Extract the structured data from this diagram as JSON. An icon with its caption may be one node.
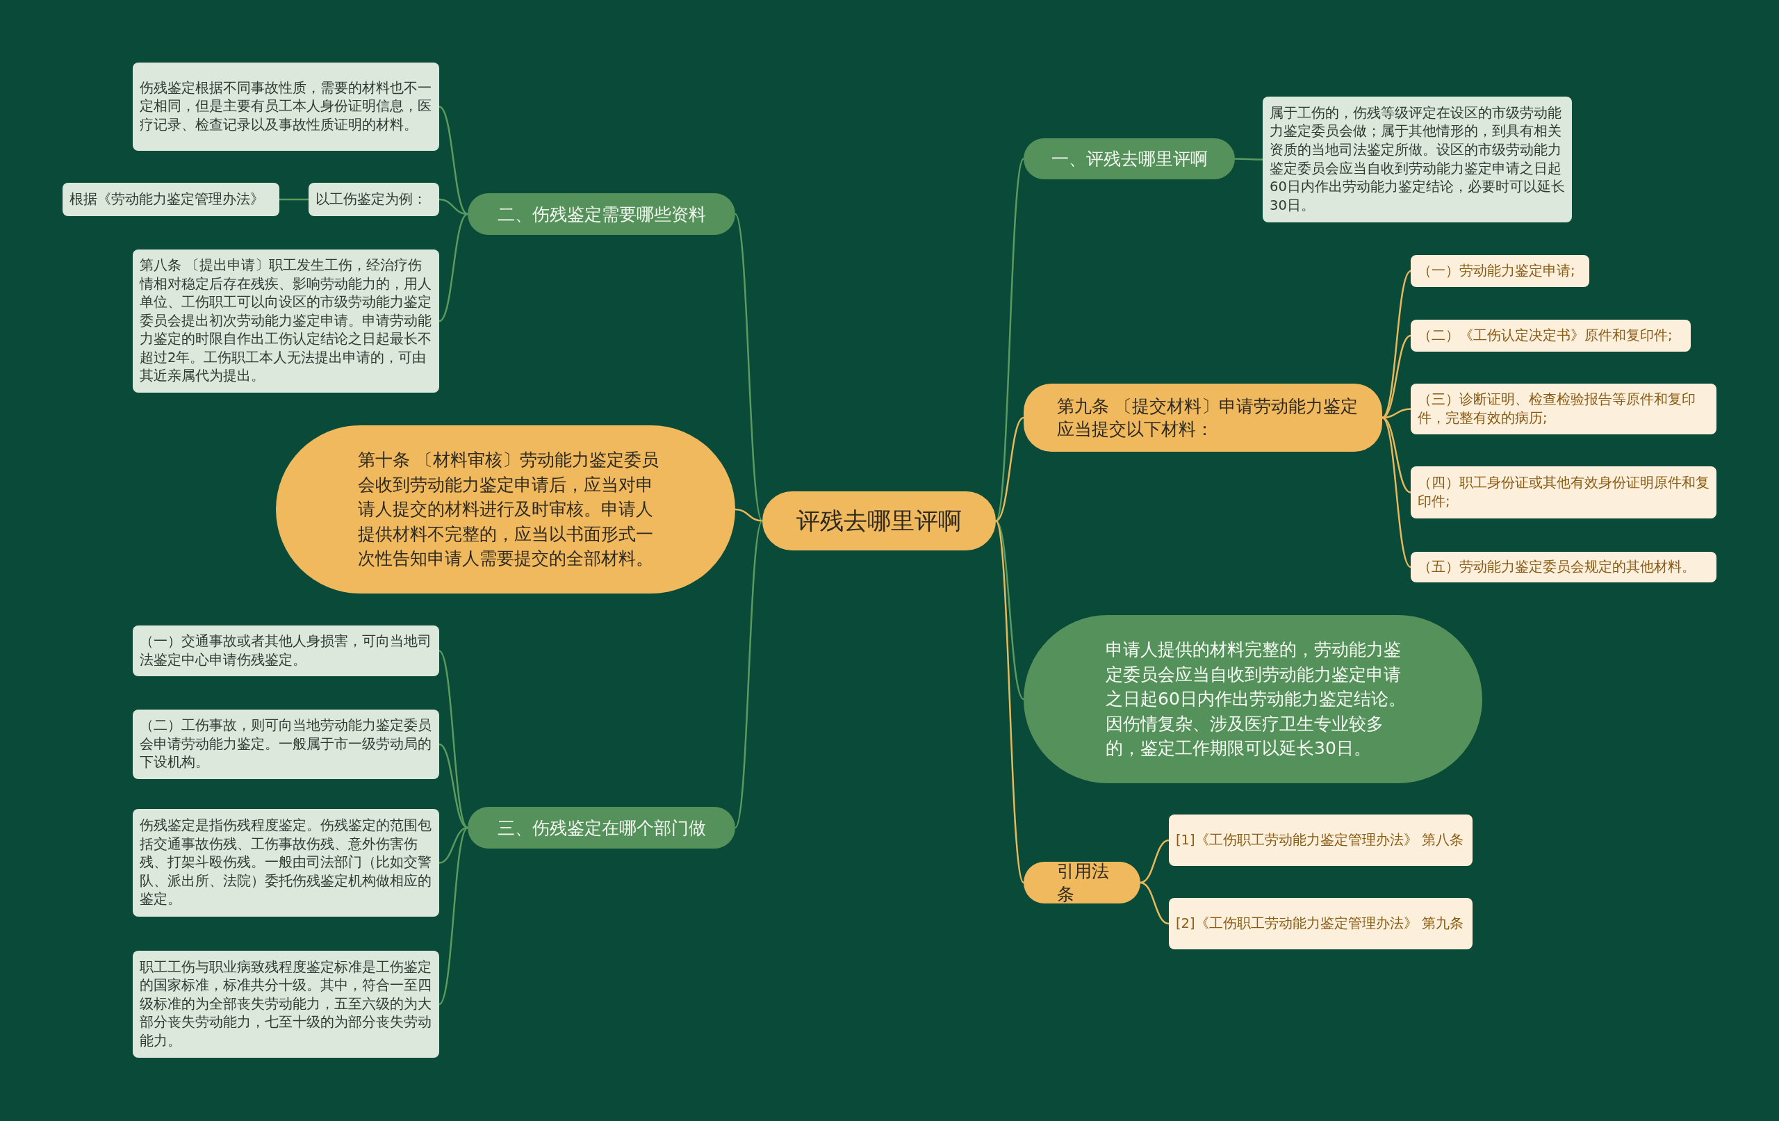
{
  "diagram": {
    "nodes": [
      {
        "text": [
          "评残去哪里评啊"
        ]
      },
      {
        "text": [
          "一、评残去哪里评啊"
        ]
      },
      {
        "text": [
          "属于工伤的，伤残等级评定在设区的市级劳动能力鉴定委员会做；属于其他情形的，到具有相关资质的当地司法鉴定所做。设区的市级劳动能力鉴定委员会应当自收到劳动能力鉴定申请之日起60日内作出劳动能力鉴定结论，必要时可以延长30日。"
        ]
      },
      {
        "text": [
          "二、伤残鉴定需要哪些资料"
        ]
      },
      {
        "text": [
          "伤残鉴定根据不同事故性质，需要的材料也不一定相同，但是主要有员工本人身份证明信息，医疗记录、检查记录以及事故性质证明的材料。"
        ]
      },
      {
        "text": [
          "以工伤鉴定为例："
        ]
      },
      {
        "text": [
          "根据《劳动能力鉴定管理办法》"
        ]
      },
      {
        "text": [
          "第八条 〔提出申请〕职工发生工伤，经治疗伤情相对稳定后存在残疾、影响劳动能力的，用人单位、工伤职工可以向设区的市级劳动能力鉴定委员会提出初次劳动能力鉴定申请。申请劳动能力鉴定的时限自作出工伤认定结论之日起最长不超过2年。工伤职工本人无法提出申请的，可由其近亲属代为提出。"
        ]
      },
      {
        "text": [
          "第十条 〔材料审核〕劳动能力鉴定委员会收到劳动能力鉴定申请后，应当对申请人提交的材料进行及时审核。申请人提供材料不完整的，应当以书面形式一次性告知申请人需要提交的全部材料。"
        ]
      },
      {
        "text": [
          "第九条 〔提交材料〕申请劳动能力鉴定应当提交以下材料："
        ]
      },
      {
        "text": [
          "（一）劳动能力鉴定申请;"
        ]
      },
      {
        "text": [
          "（二）《工伤认定决定书》原件和复印件;"
        ]
      },
      {
        "text": [
          "（三）诊断证明、检查检验报告等原件和复印件，完整有效的病历;"
        ]
      },
      {
        "text": [
          "（四）职工身份证或其他有效身份证明原件和复印件;"
        ]
      },
      {
        "text": [
          "（五）劳动能力鉴定委员会规定的其他材料。"
        ]
      },
      {
        "text": [
          "申请人提供的材料完整的，劳动能力鉴定委员会应当自收到劳动能力鉴定申请之日起60日内作出劳动能力鉴定结论。因伤情复杂、涉及医疗卫生专业较多的，鉴定工作期限可以延长30日。"
        ]
      },
      {
        "text": [
          "三、伤残鉴定在哪个部门做"
        ]
      },
      {
        "text": [
          "（一）交通事故或者其他人身损害，可向当地司法鉴定中心申请伤残鉴定。"
        ]
      },
      {
        "text": [
          "（二）工伤事故，则可向当地劳动能力鉴定委员会申请劳动能力鉴定。一般属于市一级劳动局的下设机构。"
        ]
      },
      {
        "text": [
          "伤残鉴定是指伤残程度鉴定。伤残鉴定的范围包括交通事故伤残、工伤事故伤残、意外伤害伤残、打架斗殴伤残。一般由司法部门（比如交警队、派出所、法院）委托伤残鉴定机构做相应的鉴定。"
        ]
      },
      {
        "text": [
          "职工工伤与职业病致残程度鉴定标准是工伤鉴定的国家标准，标准共分十级。其中，符合一至四级标准的为全部丧失劳动能力，五至六级的为大部分丧失劳动能力，七至十级的为部分丧失劳动能力。"
        ]
      },
      {
        "text": [
          "引用法条"
        ]
      },
      {
        "text": [
          "[1]《工伤职工劳动能力鉴定管理办法》 第八条"
        ]
      },
      {
        "text": [
          "[2]《工伤职工劳动能力鉴定管理办法》 第九条"
        ]
      }
    ],
    "edges": [
      {
        "from": 0,
        "to": 1,
        "arrow": "none"
      },
      {
        "from": 1,
        "to": 2,
        "arrow": "none"
      },
      {
        "from": 0,
        "to": 3,
        "arrow": "none"
      },
      {
        "from": 3,
        "to": 4,
        "arrow": "none"
      },
      {
        "from": 3,
        "to": 5,
        "arrow": "none"
      },
      {
        "from": 5,
        "to": 6,
        "arrow": "none"
      },
      {
        "from": 3,
        "to": 7,
        "arrow": "none"
      },
      {
        "from": 0,
        "to": 8,
        "arrow": "none",
        "color": "#e8b85c"
      },
      {
        "from": 0,
        "to": 9,
        "arrow": "none",
        "color": "#e8b85c"
      },
      {
        "from": 9,
        "to": 10,
        "arrow": "none",
        "color": "#e8b85c"
      },
      {
        "from": 9,
        "to": 11,
        "arrow": "none",
        "color": "#e8b85c"
      },
      {
        "from": 9,
        "to": 12,
        "arrow": "none",
        "color": "#e8b85c"
      },
      {
        "from": 9,
        "to": 13,
        "arrow": "none",
        "color": "#e8b85c"
      },
      {
        "from": 9,
        "to": 14,
        "arrow": "none",
        "color": "#e8b85c"
      },
      {
        "from": 0,
        "to": 15,
        "arrow": "none"
      },
      {
        "from": 0,
        "to": 16,
        "arrow": "none"
      },
      {
        "from": 16,
        "to": 17,
        "arrow": "none"
      },
      {
        "from": 16,
        "to": 18,
        "arrow": "none"
      },
      {
        "from": 16,
        "to": 19,
        "arrow": "none"
      },
      {
        "from": 16,
        "to": 20,
        "arrow": "none"
      },
      {
        "from": 0,
        "to": 21,
        "arrow": "none",
        "color": "#e8b85c"
      },
      {
        "from": 21,
        "to": 22,
        "arrow": "none",
        "color": "#e8b85c"
      },
      {
        "from": 21,
        "to": 23,
        "arrow": "none",
        "color": "#e8b85c"
      }
    ]
  }
}
